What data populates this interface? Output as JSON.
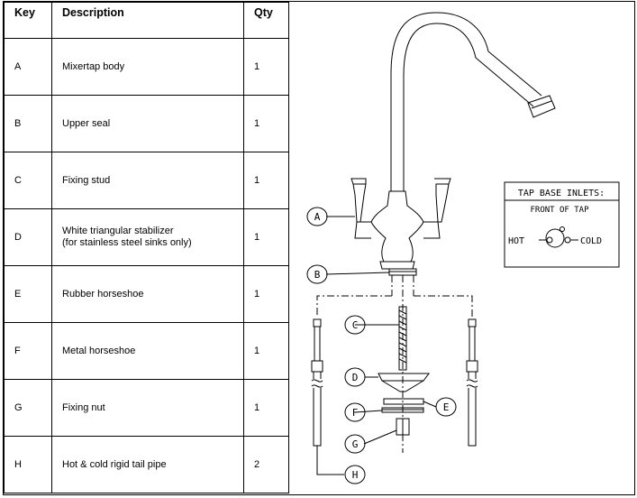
{
  "table": {
    "headers": {
      "key": "Key",
      "description": "Description",
      "qty": "Qty"
    },
    "rows": [
      {
        "key": "A",
        "description": [
          "Mixertap body"
        ],
        "qty": "1"
      },
      {
        "key": "B",
        "description": [
          "Upper seal"
        ],
        "qty": "1"
      },
      {
        "key": "C",
        "description": [
          "Fixing stud"
        ],
        "qty": "1"
      },
      {
        "key": "D",
        "description": [
          "White triangular stabilizer",
          "(for stainless steel sinks only)"
        ],
        "qty": "1"
      },
      {
        "key": "E",
        "description": [
          "Rubber horseshoe"
        ],
        "qty": "1"
      },
      {
        "key": "F",
        "description": [
          "Metal horseshoe"
        ],
        "qty": "1"
      },
      {
        "key": "G",
        "description": [
          "Fixing nut"
        ],
        "qty": "1"
      },
      {
        "key": "H",
        "description": [
          "Hot & cold rigid tail pipe"
        ],
        "qty": "2"
      }
    ]
  },
  "drawing": {
    "callouts": [
      "A",
      "B",
      "C",
      "D",
      "E",
      "F",
      "G",
      "H"
    ],
    "inlet_box": {
      "title": "TAP BASE INLETS:",
      "front": "FRONT OF TAP",
      "hot": "HOT",
      "cold": "COLD"
    }
  }
}
